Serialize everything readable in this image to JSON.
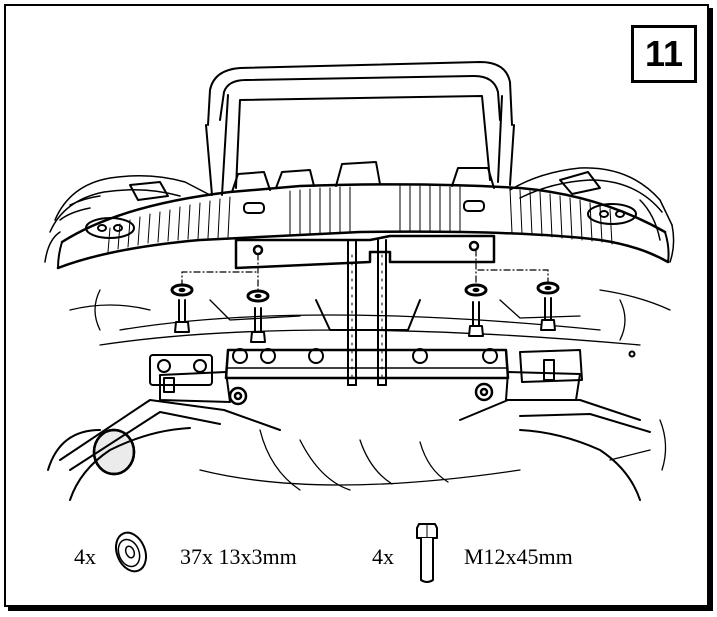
{
  "step": {
    "number": "11"
  },
  "illustration": {
    "subject": "rear bumper / chassis crossmember with tow bar mounting bracket",
    "icon": "vehicle-underbody-illustration"
  },
  "parts": [
    {
      "quantity": "4x",
      "icon": "washer-icon",
      "spec": "37x 13x3mm"
    },
    {
      "quantity": "4x",
      "icon": "bolt-icon",
      "spec": "M12x45mm"
    }
  ],
  "colors": {
    "ink": "#000000",
    "paper": "#ffffff"
  }
}
